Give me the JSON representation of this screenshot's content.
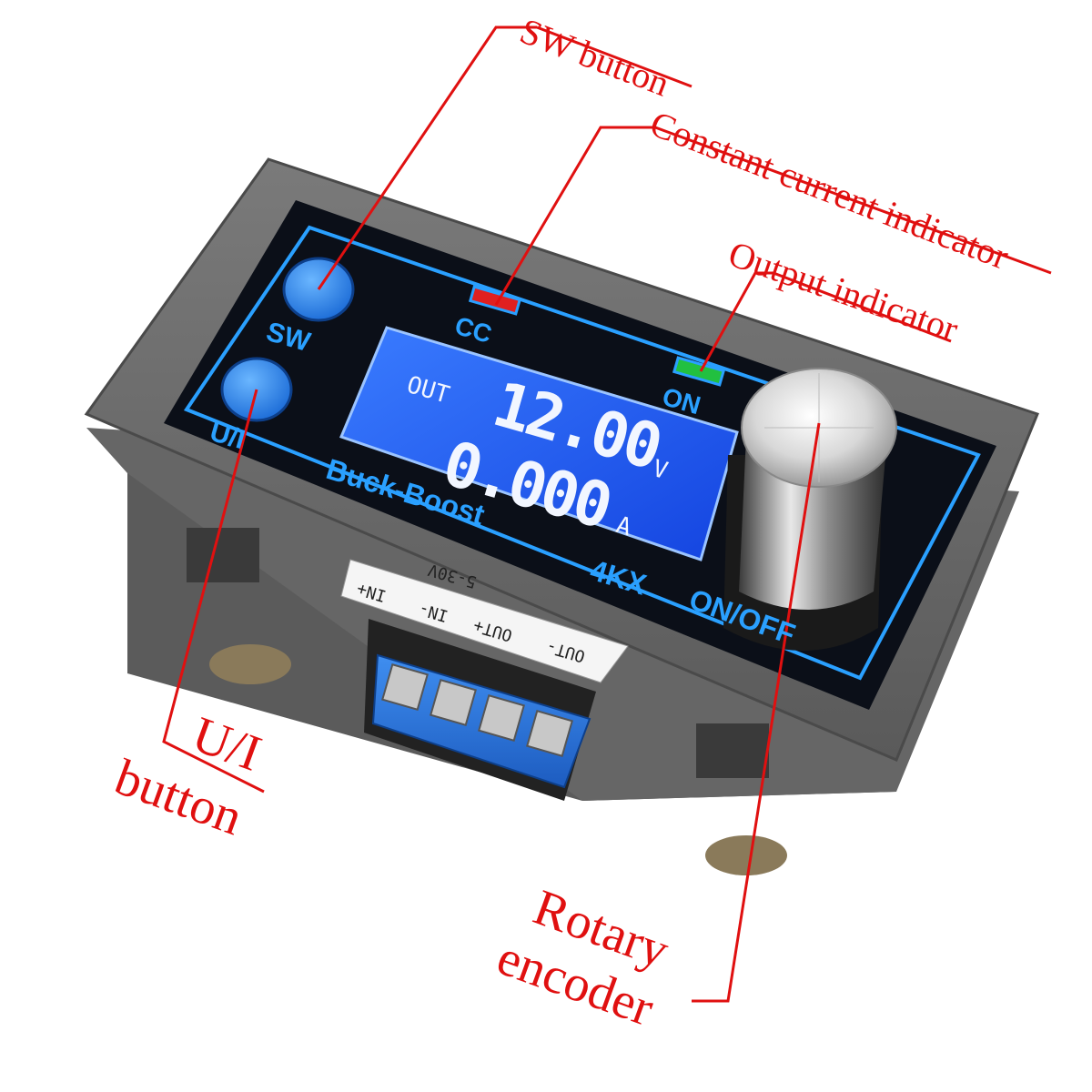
{
  "callouts": {
    "sw_button": "SW button",
    "cc_indicator": "Constant current indicator",
    "output_indicator": "Output indicator",
    "ui_button_line1": "U/I",
    "ui_button_line2": "button",
    "encoder_line1": "Rotary",
    "encoder_line2": "encoder"
  },
  "device": {
    "sw_label": "SW",
    "ui_label": "U/I",
    "cc_label": "CC",
    "on_label": "ON",
    "model_text": "Buck-Boost",
    "model_code": "4KX",
    "onoff_label": "ON/OFF"
  },
  "lcd": {
    "out_label": "OUT",
    "voltage": "12.00",
    "voltage_unit": "V",
    "current": "0.000",
    "current_unit": "A"
  },
  "terminals": {
    "spec_text": "5-30V",
    "labels": [
      "IN+",
      "IN-",
      "OUT+",
      "OUT-"
    ]
  },
  "colors": {
    "callout_red": "#e01010",
    "lcd_blue": "#1f5cff",
    "accent_blue": "#2aa0ff",
    "cc_led": "#e02020",
    "on_led": "#22c040",
    "housing_gray": "#6c6c6c"
  }
}
